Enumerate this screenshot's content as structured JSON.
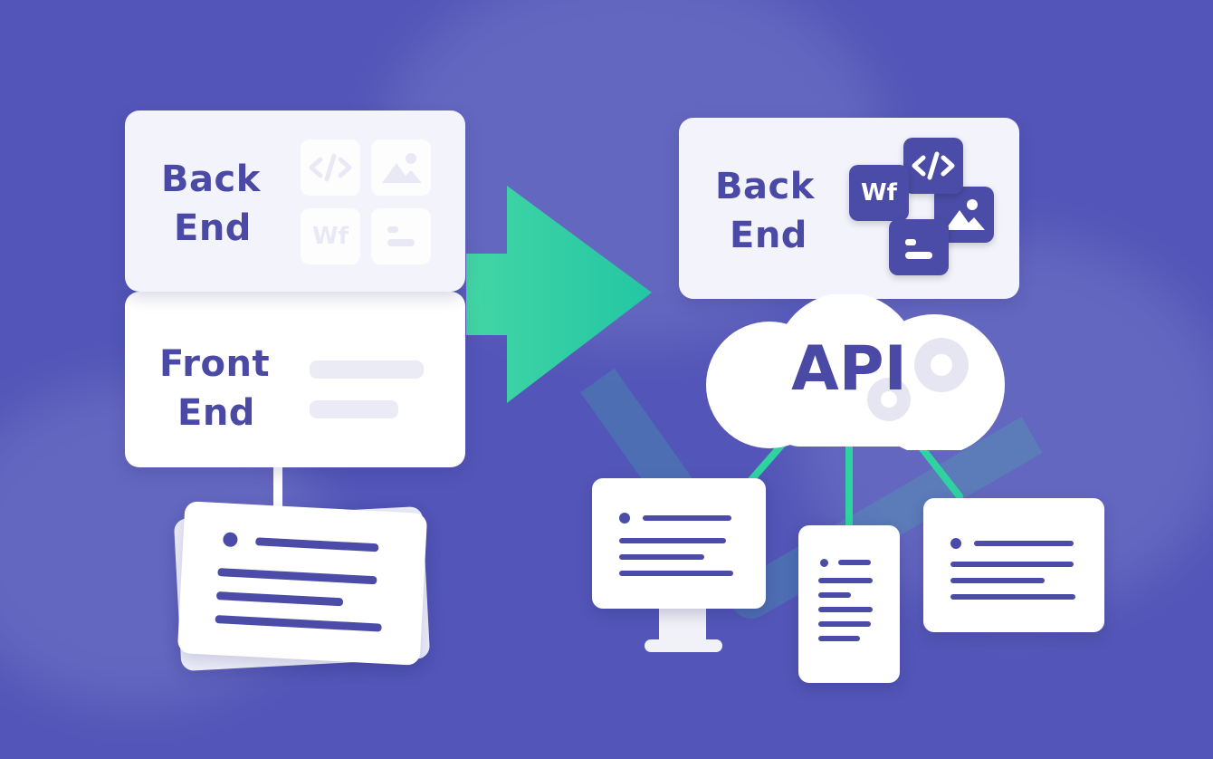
{
  "left_stack": {
    "back_end": {
      "line1": "Back",
      "line2": "End"
    },
    "front_end": {
      "line1": "Front",
      "line2": "End"
    },
    "tiles": [
      {
        "icon": "code-icon"
      },
      {
        "icon": "image-icon"
      },
      {
        "icon": "wf-text-icon",
        "text": "Wf"
      },
      {
        "icon": "layout-icon"
      }
    ]
  },
  "right_stack": {
    "back_end": {
      "line1": "Back",
      "line2": "End"
    },
    "tiles": [
      {
        "icon": "code-icon"
      },
      {
        "icon": "image-icon"
      },
      {
        "icon": "wf-text-icon",
        "text": "Wf"
      },
      {
        "icon": "layout-icon"
      }
    ],
    "api_label": "API",
    "devices": [
      {
        "type": "desktop-monitor"
      },
      {
        "type": "mobile-phone"
      },
      {
        "type": "tablet"
      }
    ]
  },
  "arrow": {
    "direction": "right"
  },
  "colors": {
    "background": "#5356b8",
    "accent_green": "#2fd3a0",
    "text_purple": "#4a4aa6",
    "card_white": "#ffffff"
  }
}
